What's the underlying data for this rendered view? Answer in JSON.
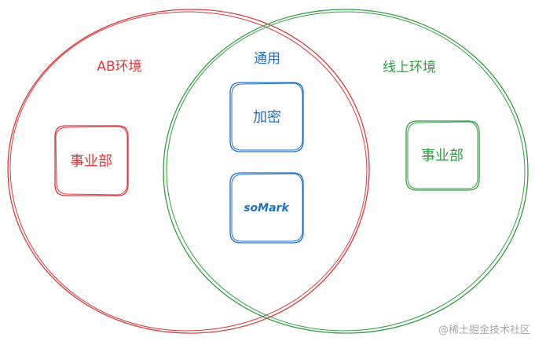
{
  "colors": {
    "red": "#d9393b",
    "green": "#2e9e3e",
    "blue": "#1f6fc4",
    "watermark": "#a8a8a8"
  },
  "left_circle": {
    "label": "AB环境",
    "box_label": "事业部"
  },
  "right_circle": {
    "label": "线上环境",
    "box_label": "事业部"
  },
  "overlap": {
    "label": "通用",
    "box1_label": "加密",
    "box2_label": "soMark"
  },
  "watermark": "@稀土掘金技术社区"
}
